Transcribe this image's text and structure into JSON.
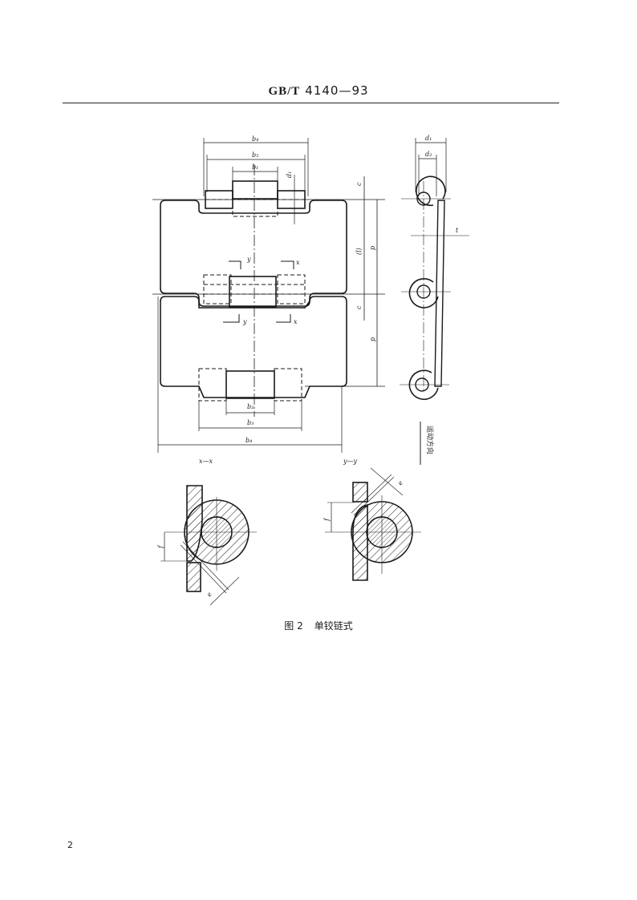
{
  "header": {
    "standard_prefix": "GB/T",
    "standard_number": "4140—93"
  },
  "figure": {
    "caption_label": "图 2",
    "caption_title": "单铰链式",
    "dimension_labels": {
      "b4_top": "b₄",
      "b5_top": "b₅",
      "b1_top": "b₁",
      "d1_side": "d₁",
      "c_top": "c",
      "l": "(l)",
      "p_top": "p",
      "c_mid": "c",
      "p_bottom": "p",
      "b2": "b₂",
      "b3": "b₃",
      "b4_bottom": "b₄",
      "y_upper": "y",
      "x_upper": "x",
      "y_lower": "y",
      "x_lower": "x",
      "d1": "d₁",
      "d2": "d₂",
      "t": "t",
      "motion_direction": "运动方向",
      "section_xx": "x—x",
      "section_yy": "y—y",
      "f_left": "f",
      "e_left": "e",
      "f_right": "f",
      "e_right": "e"
    }
  },
  "footer": {
    "page_number": "2"
  }
}
